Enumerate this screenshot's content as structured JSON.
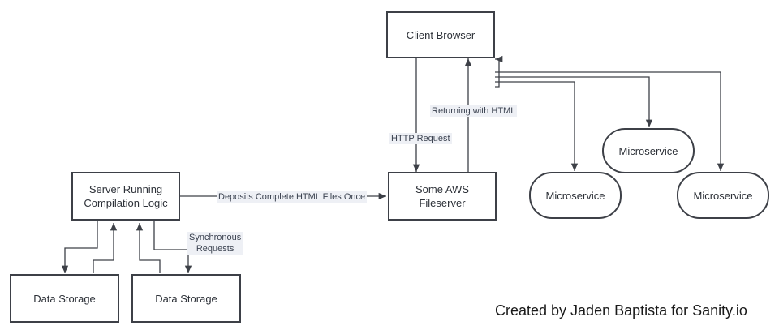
{
  "nodes": {
    "client_browser": "Client Browser",
    "server_line1": "Server Running",
    "server_line2": "Compilation Logic",
    "fileserver_line1": "Some AWS",
    "fileserver_line2": "Fileserver",
    "storage_a": "Data Storage",
    "storage_b": "Data Storage",
    "microservice_a": "Microservice",
    "microservice_b": "Microservice",
    "microservice_c": "Microservice"
  },
  "edges": {
    "deposits": "Deposits Complete HTML Files Once",
    "http_request": "HTTP Request",
    "returning": "Returning with HTML",
    "sync_line1": "Synchronous",
    "sync_line2": "Requests"
  },
  "credit": "Created by Jaden Baptista for Sanity.io"
}
